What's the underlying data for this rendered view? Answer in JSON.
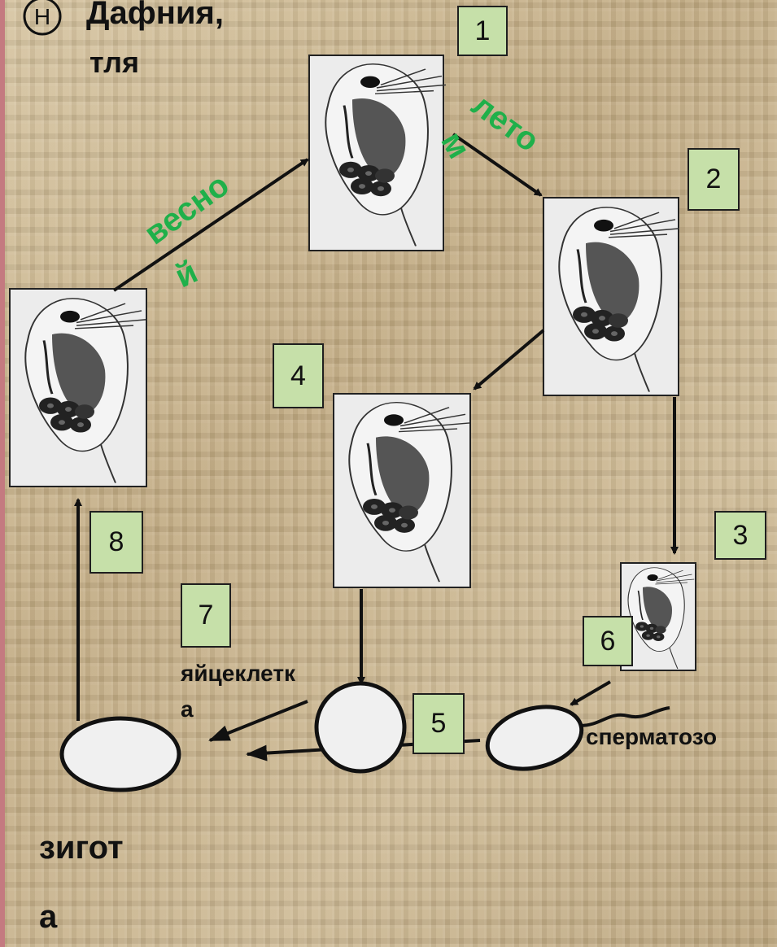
{
  "title_line1": "Дафния,",
  "title_line2": "тля",
  "season_spring_line1": "весно",
  "season_spring_line2": "й",
  "season_summer_line1": "лето",
  "season_summer_line2": "м",
  "label_egg_line1": "яйцеклетк",
  "label_egg_line2": "а",
  "label_sperm": "сперматозо",
  "label_zygote_line1": "зигот",
  "label_zygote_line2": "а",
  "numbers": [
    "1",
    "2",
    "3",
    "4",
    "5",
    "6",
    "7",
    "8"
  ],
  "colors": {
    "season_text": "#1fb04a",
    "number_box": "#c6e0a9",
    "cell_fill": "#f0f0f0"
  },
  "icons": [
    "daphnia-image",
    "cell-circle",
    "sperm-cell",
    "zygote-ellipse",
    "arrow"
  ]
}
